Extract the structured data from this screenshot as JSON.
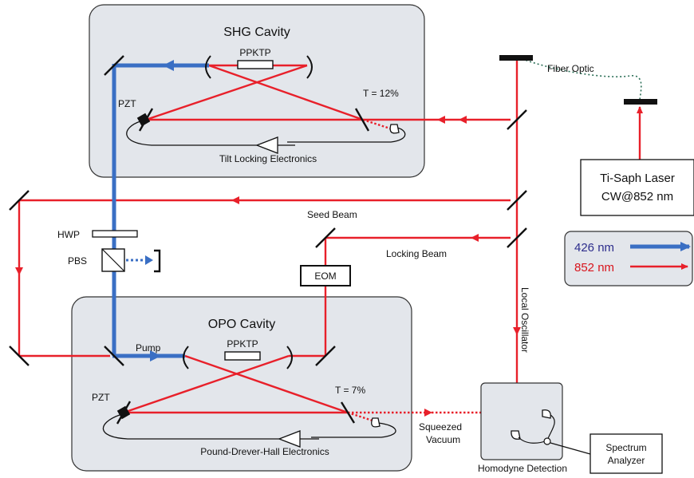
{
  "colors": {
    "blue": "#3a6fc4",
    "red": "#e8202a",
    "box_fill": "#e3e6eb",
    "box_stroke": "#333333",
    "legend_blue_text": "#2d2d8c",
    "legend_red_text": "#d8141c"
  },
  "labels": {
    "shg_cavity": "SHG Cavity",
    "opo_cavity": "OPO Cavity",
    "ppktp_shg": "PPKTP",
    "ppktp_opo": "PPKTP",
    "pzt_shg": "PZT",
    "pzt_opo": "PZT",
    "t_shg": "T = 12%",
    "t_opo": "T = 7%",
    "tilt_locking": "Tilt Locking Electronics",
    "pdh": "Pound-Drever-Hall Electronics",
    "fiber_optic": "Fiber Optic",
    "laser_line1": "Ti-Saph Laser",
    "laser_line2": "CW@852 nm",
    "seed_beam": "Seed Beam",
    "locking_beam": "Locking Beam",
    "local_oscillator": "Local Oscillator",
    "hwp": "HWP",
    "pbs": "PBS",
    "eom": "EOM",
    "pump": "Pump",
    "squeezed": "Squeezed",
    "vacuum": "Vacuum",
    "homodyne": "Homodyne Detection",
    "spectrum_line1": "Spectrum",
    "spectrum_line2": "Analyzer",
    "legend_426": "426 nm",
    "legend_852": "852 nm"
  },
  "icons": [
    "mirror-icon",
    "curved-mirror-icon",
    "crystal-icon",
    "detector-icon",
    "amplifier-triangle-icon",
    "beam-dump-icon"
  ]
}
